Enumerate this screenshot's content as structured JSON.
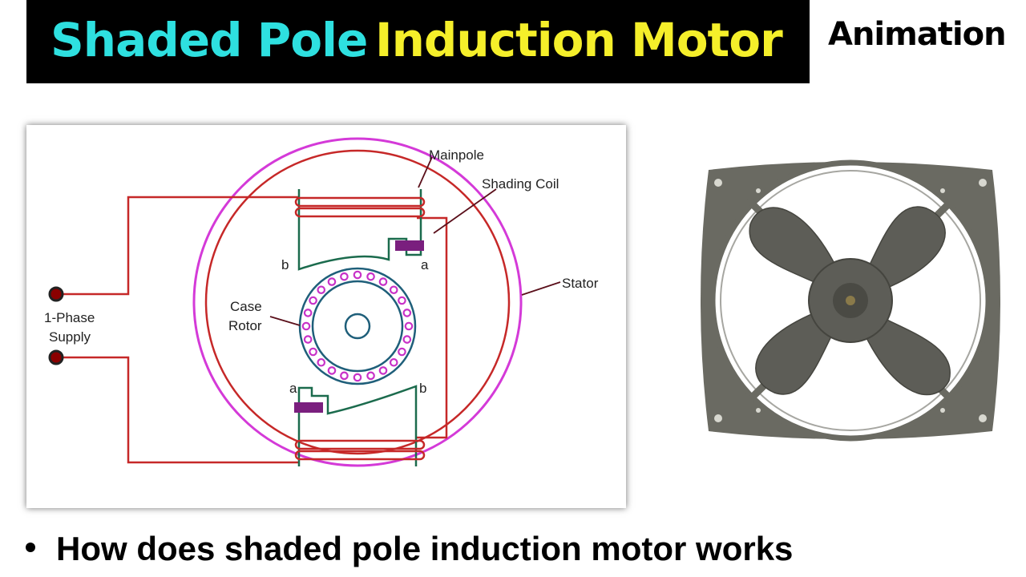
{
  "title": {
    "part1": "Shaded Pole",
    "part2": "Induction Motor",
    "part1_color": "#2ee0e0",
    "part2_color": "#f5ef2a",
    "bar_color": "#000000"
  },
  "side_label": "Animation",
  "diagram": {
    "labels": {
      "mainpole": "Mainpole",
      "shading_coil": "Shading Coil",
      "stator": "Stator",
      "case": "Case",
      "rotor": "Rotor",
      "phase": "1-Phase",
      "supply": "Supply",
      "a_top": "a",
      "b_top": "b",
      "a_bottom": "a",
      "b_bottom": "b"
    },
    "colors": {
      "stator_ring": "#d43ad8",
      "wire": "#c62828",
      "pole": "#1b6b4d",
      "shading_coil": "#7a1f7e",
      "rotor_bar": "#c832c8",
      "rotor_ring": "#1f5f7a",
      "terminal": "#8b0000"
    },
    "rotor_bar_count": 24
  },
  "fan": {
    "frame_color": "#6a6a62",
    "blade_color": "#5d5d57",
    "icon": "exhaust-fan-icon"
  },
  "bullet": {
    "text": "How does shaded pole induction motor works"
  }
}
